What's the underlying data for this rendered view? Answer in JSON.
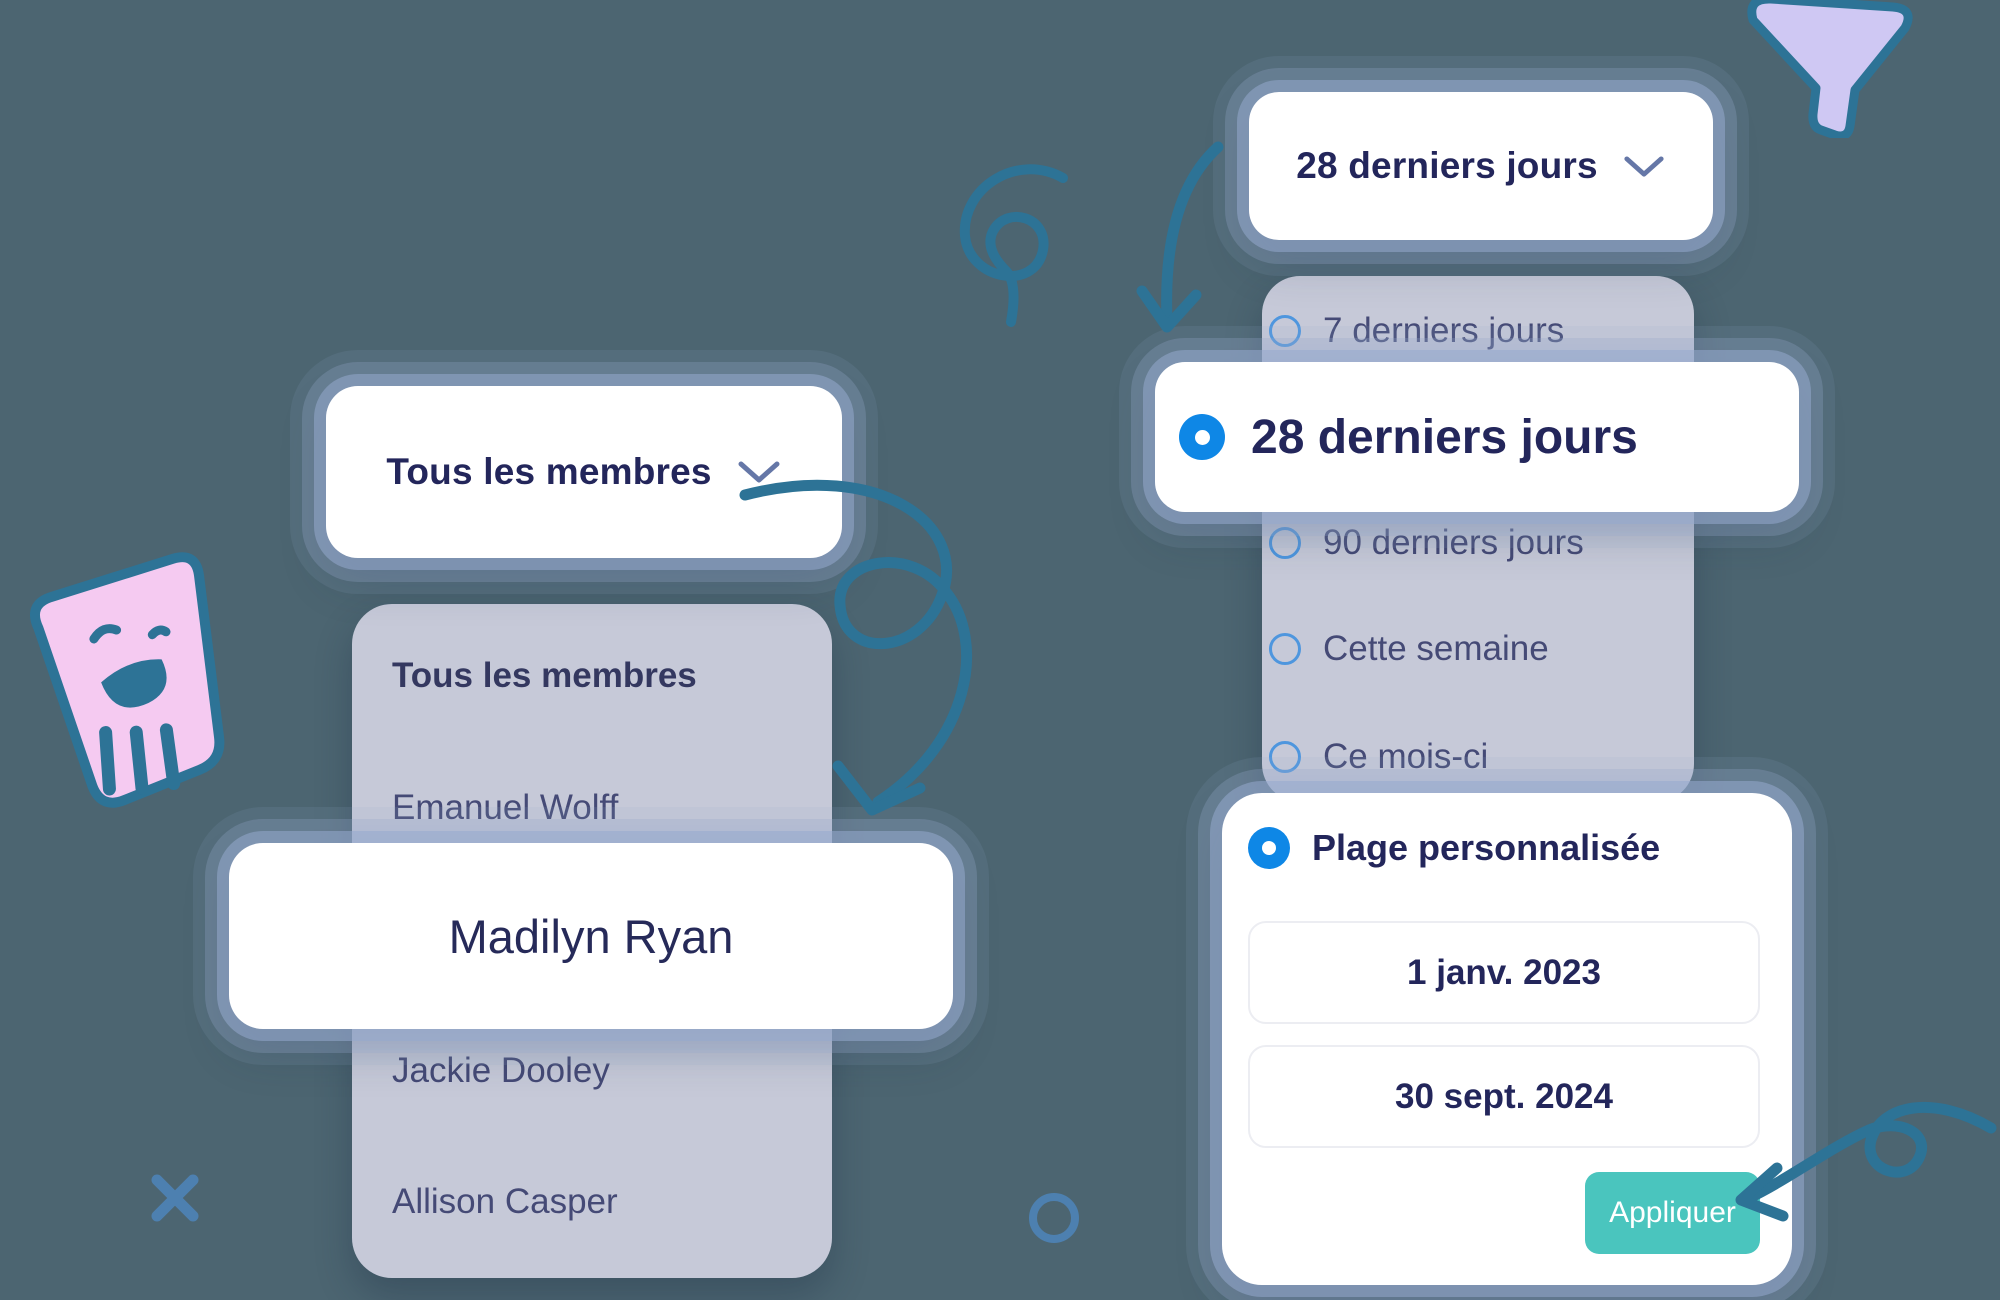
{
  "app": {
    "description_label": "Illustration de filtres (membres et plage de dates)"
  },
  "colors": {
    "background": "#4C6571",
    "panel_gray": "#C6C9D8",
    "card_white": "#FFFFFF",
    "text_primary": "#23265B",
    "text_muted": "#454A76",
    "radio_ring": "#4E96DE",
    "radio_selected": "#0E87E6",
    "apply_teal": "#4AC5BE",
    "doodle_teal": "#2D7396",
    "doodle_steel_blue": "#4D80B0",
    "funnel_lavender": "#CFC8F3",
    "trash_pink": "#F5CAF1",
    "chevron_slate": "#6577A7"
  },
  "icons": {
    "chevron_down": "chevron-down-icon",
    "funnel": "funnel-icon",
    "trash": "trash-doodle-icon",
    "swirl": "swirl-doodle",
    "arrow_down": "curved-arrow-down",
    "arrow_loop": "loop-arrow",
    "arrow_curly": "curly-arrow-left",
    "x_mark": "x-doodle",
    "ring": "circle-doodle"
  },
  "member_filter": {
    "button": {
      "label": "Tous les membres"
    },
    "dropdown": {
      "items": [
        "Tous les membres",
        "Emanuel Wolff",
        "Madilyn Ryan",
        "Jackie Dooley",
        "Allison Casper"
      ],
      "selected_item": "Madilyn Ryan"
    }
  },
  "date_filter": {
    "button": {
      "label": "28 derniers jours"
    },
    "dropdown": {
      "options": [
        {
          "label": "7 derniers jours",
          "selected": false
        },
        {
          "label": "28 derniers jours",
          "selected": true
        },
        {
          "label": "90 derniers jours",
          "selected": false
        },
        {
          "label": "Cette semaine",
          "selected": false
        },
        {
          "label": "Ce mois-ci",
          "selected": false
        },
        {
          "label": "Plage personnalisée",
          "selected": true
        }
      ],
      "custom_range": {
        "start_value": "1 janv. 2023",
        "end_value": "30 sept. 2024",
        "apply_label": "Appliquer"
      }
    }
  }
}
